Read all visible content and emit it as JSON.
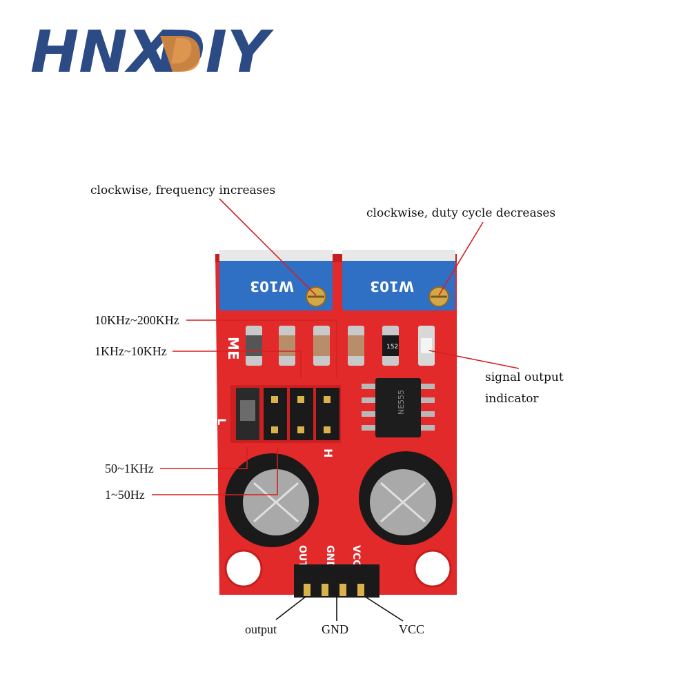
{
  "logo": {
    "text_part1": "HNX",
    "text_part2": "DIY",
    "color_primary": "#2c4b84",
    "color_accent": "#d98a3c"
  },
  "annotations": {
    "freq_knob": "clockwise, frequency increases",
    "duty_knob": "clockwise, duty cycle decreases",
    "range_1": "10KHz~200KHz",
    "range_2": "1KHz~10KHz",
    "range_3": "50~1KHz",
    "range_4": "1~50Hz",
    "indicator_line1": "signal output",
    "indicator_line2": "indicator",
    "pin_out": "output",
    "pin_gnd": "GND",
    "pin_vcc": "VCC"
  },
  "board": {
    "silkscreen_left": "ME",
    "jumper_low": "L",
    "jumper_high": "H",
    "header_labels": [
      "OUT",
      "GND",
      "VCC"
    ],
    "pot_marking": "W103",
    "resistor_code": "152",
    "ic_marking": "NE555",
    "color_board": "#e32a2a",
    "color_pot": "#2f6fc4",
    "color_leader": "#d42020"
  }
}
